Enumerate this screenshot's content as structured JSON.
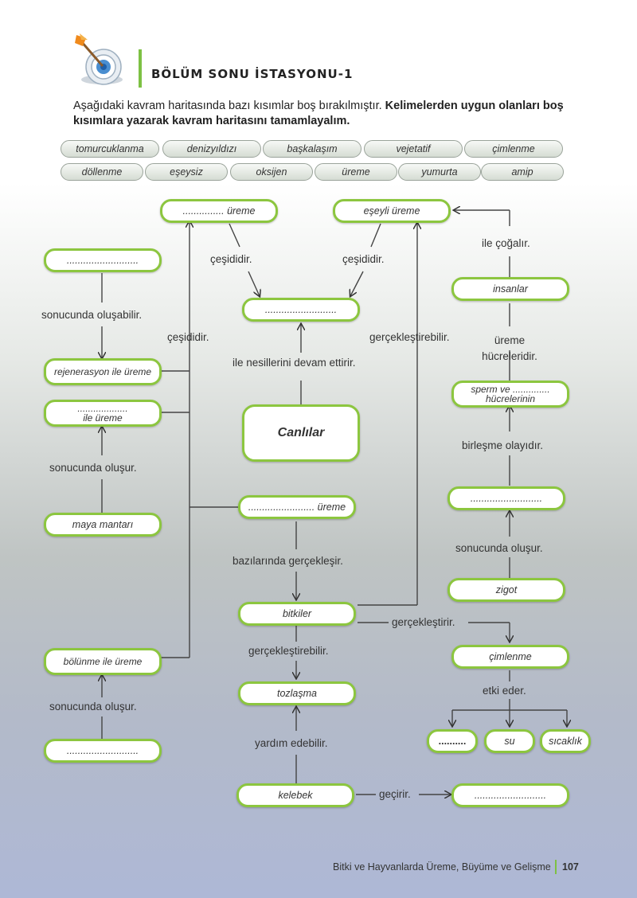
{
  "header": {
    "title": "BÖLÜM SONU İSTASYONU-1",
    "icon": "target-dart-icon"
  },
  "intro": {
    "normal": "Aşağıdaki kavram haritasında bazı kısımlar boş bırakılmıştır.",
    "bold": "Kelimelerden uygun olanları boş kısımlara yazarak kavram haritasını tamamlayalım."
  },
  "word_bank": {
    "row1": [
      "tomurcuklanma",
      "denizyıldızı",
      "başkalaşım",
      "vejetatif",
      "çimlenme"
    ],
    "row2": [
      "döllenme",
      "eşeysiz",
      "oksijen",
      "üreme",
      "yumurta",
      "amip"
    ]
  },
  "boxes": {
    "blank_ureme": "............... üreme",
    "eseyli_ureme": "eşeyli üreme",
    "left_top_blank": "..........................",
    "center_blank": "..........................",
    "insanlar": "insanlar",
    "rejenerasyon": "rejenerasyon ile üreme",
    "ile_ureme_line1": "...................",
    "ile_ureme_line2": "ile üreme",
    "sperm_line1": "sperm ve ..............",
    "sperm_line2": "hücrelerinin",
    "canlilar": "Canlılar",
    "right_blank": "..........................",
    "middle_blank_ureme": "........................ üreme",
    "maya_mantari": "maya mantarı",
    "zigot": "zigot",
    "bitkiler": "bitkiler",
    "cimlenme": "çimlenme",
    "bolunme": "bölünme ile üreme",
    "tozlasma": "tozlaşma",
    "bottom_left_blank": "..........................",
    "dots_small": "..........",
    "su": "su",
    "sicaklik": "sıcaklık",
    "kelebek": "kelebek",
    "bottom_right_blank": ".........................."
  },
  "labels": {
    "cesididir_left": "çeşididir.",
    "cesididir_right": "çeşididir.",
    "ile_cogalir": "ile çoğalır.",
    "sonucunda_olusabilir": "sonucunda oluşabilir.",
    "cesididir_vertical": "çeşididir.",
    "gerceklestirebilir_top": "gerçekleştirebilir.",
    "ureme_hucreleridir": "üreme hücreleridir.",
    "ile_nesillerini": "ile nesillerini devam ettirir.",
    "birlesme_olayidir": "birleşme olayıdır.",
    "sonucunda_olusur_1": "sonucunda oluşur.",
    "sonucunda_olusur_right": "sonucunda oluşur.",
    "bazilarinda": "bazılarında gerçekleşir.",
    "gerceklestirir": "gerçekleştirir.",
    "gerceklestirebilir_mid": "gerçekleştirebilir.",
    "etki_eder": "etki eder.",
    "sonucunda_olusur_2": "sonucunda oluşur.",
    "yardim_edebilir": "yardım edebilir.",
    "gecirir": "geçirir."
  },
  "footer": {
    "text": "Bitki ve Hayvanlarda Üreme, Büyüme ve Gelişme",
    "page": "107"
  },
  "colors": {
    "accent_green": "#8cc63f",
    "title_bar": "#7dc143"
  }
}
